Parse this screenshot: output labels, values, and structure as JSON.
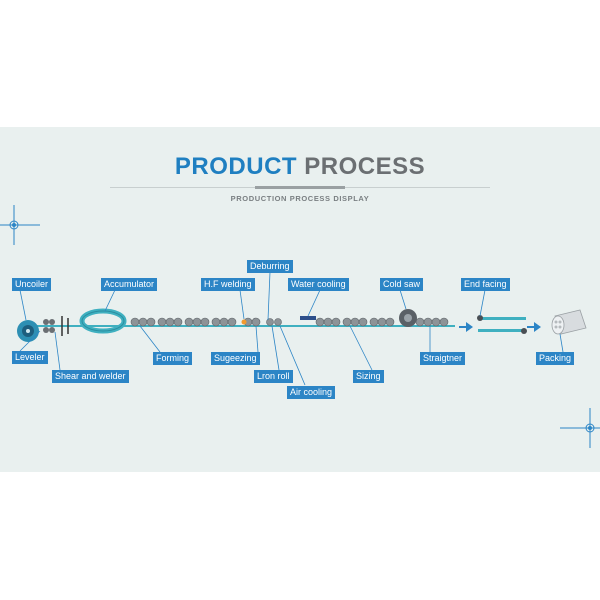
{
  "title": {
    "word1": "PRODUCT",
    "word2": "PROCESS"
  },
  "subtitle": "PRODUCTION PROCESS DISPLAY",
  "labels": {
    "uncoiler": "Uncoiler",
    "leveler": "Leveler",
    "shear_and_welder": "Shear and welder",
    "accumulator": "Accumulator",
    "forming": "Forming",
    "hf_welding": "H.F welding",
    "deburring": "Deburring",
    "sugeezing": "Sugeezing",
    "lron_roll": "Lron roll",
    "air_cooling": "Air cooling",
    "water_cooling": "Water cooling",
    "sizing": "Sizing",
    "cold_saw": "Cold saw",
    "straigtner": "Straigtner",
    "end_facing": "End facing",
    "packing": "Packing"
  },
  "colors": {
    "label_bg": "#2c85c6",
    "title_blue": "#1f7fc1",
    "title_gray": "#6b6f72",
    "pipe": "#3fb0c0",
    "background": "#e9f0ef"
  }
}
